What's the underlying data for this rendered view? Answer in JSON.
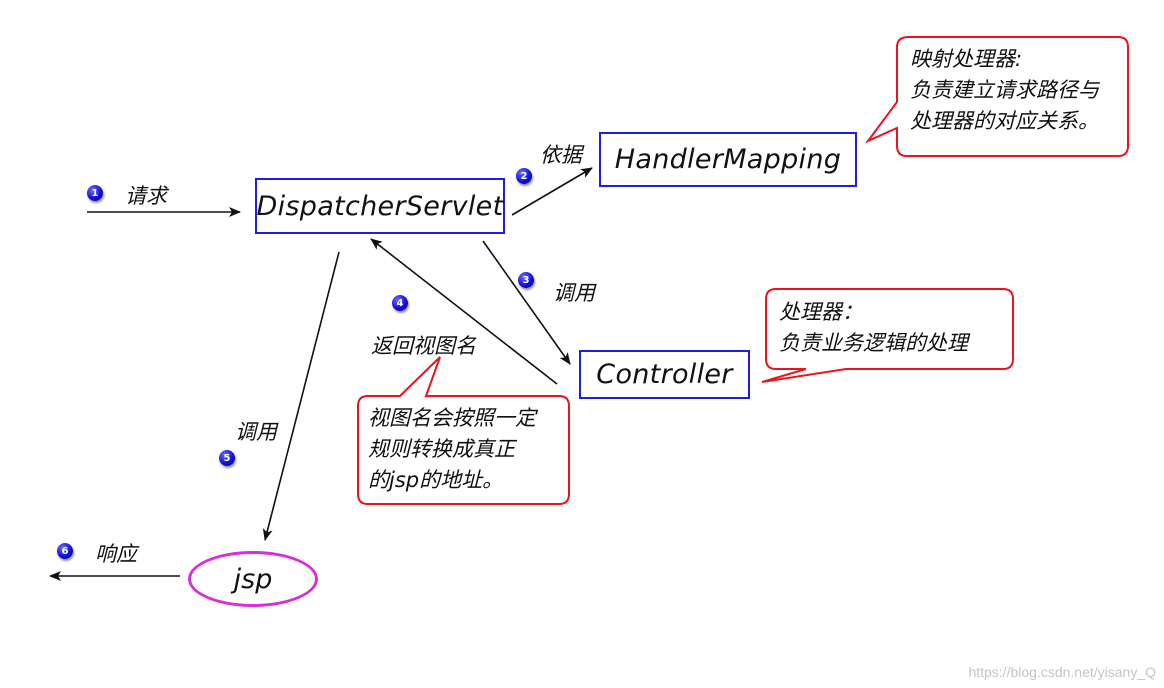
{
  "nodes": {
    "dispatcher": "DispatcherServlet",
    "handler_mapping": "HandlerMapping",
    "controller": "Controller",
    "jsp": "jsp"
  },
  "steps": [
    {
      "num": "1",
      "label": "请求"
    },
    {
      "num": "2",
      "label": "依据"
    },
    {
      "num": "3",
      "label": "调用"
    },
    {
      "num": "4",
      "label": "返回视图名"
    },
    {
      "num": "5",
      "label": "调用"
    },
    {
      "num": "6",
      "label": "响应"
    }
  ],
  "callouts": {
    "handler_mapping": [
      "映射处理器:",
      "负责建立请求路径与",
      "处理器的对应关系。"
    ],
    "controller": [
      "处理器：",
      "负责业务逻辑的处理"
    ],
    "view_name": [
      "视图名会按照一定",
      "规则转换成真正",
      "的jsp的地址。"
    ]
  },
  "watermark": "https://blog.csdn.net/yisany_Q",
  "colors": {
    "box_border": "#1e1ee0",
    "callout_border": "#e8141e",
    "jsp_border": "#d630d6",
    "step_badge": "#1010d8"
  }
}
